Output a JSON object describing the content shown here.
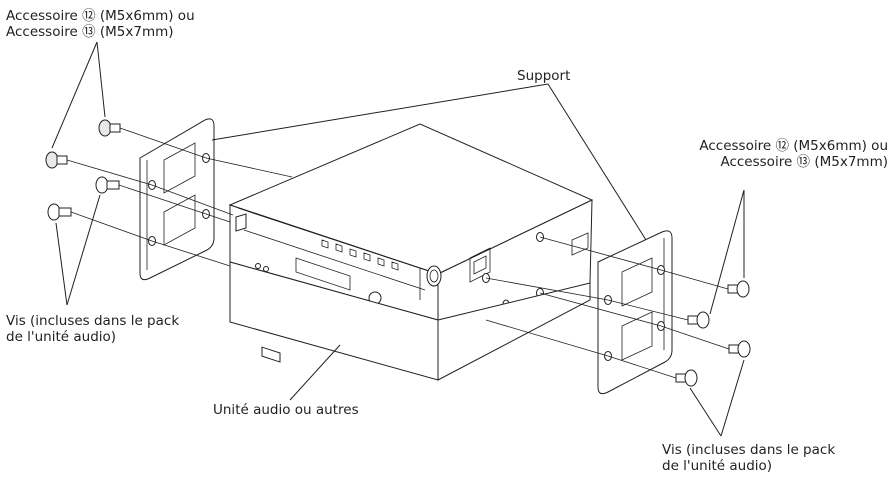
{
  "labels": {
    "accessory_top_left": [
      "Accessoire ⑫ (M5x6mm) ou",
      "Accessoire ⑬ (M5x7mm)"
    ],
    "accessory_right": [
      "Accessoire ⑫ (M5x6mm) ou",
      "Accessoire ⑬ (M5x7mm)"
    ],
    "support": "Support",
    "screws_left": [
      "Vis (incluses dans le pack",
      "de l'unité audio)"
    ],
    "screws_right": [
      "Vis (incluses dans le pack",
      "de l'unité audio)"
    ],
    "audio_unit": "Unité audio ou autres"
  }
}
